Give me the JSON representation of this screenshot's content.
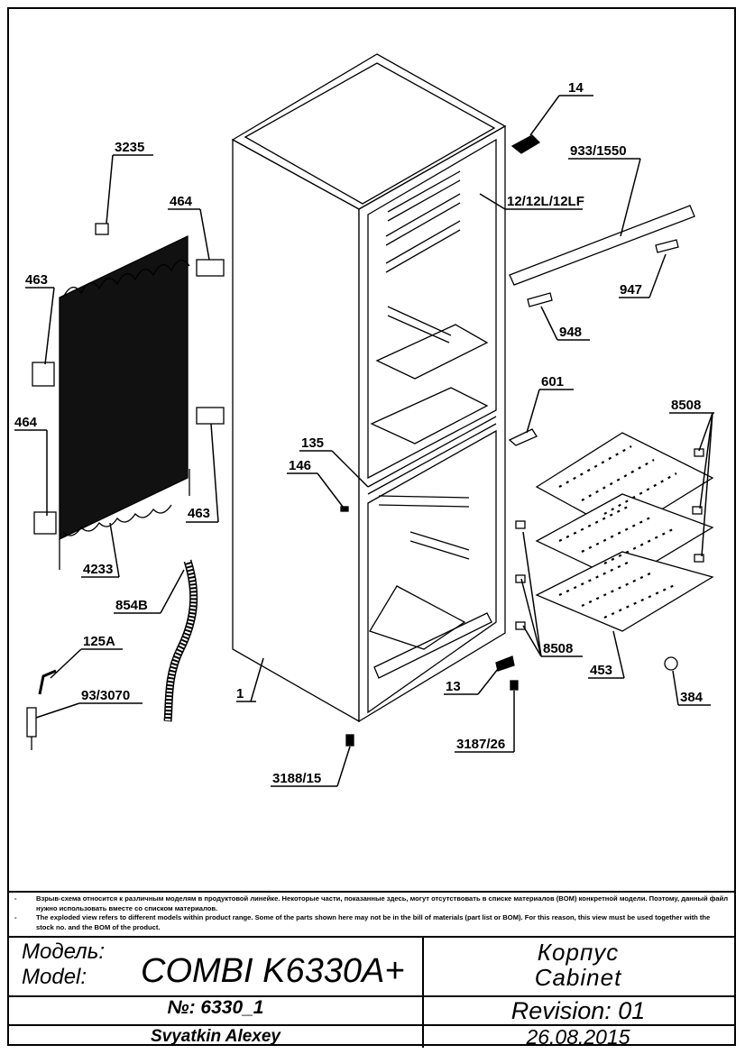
{
  "callouts": {
    "c14": "14",
    "c3235": "3235",
    "c933": "933/1550",
    "c464a": "464",
    "c12": "12/12L/12LF",
    "c463a": "463",
    "c947": "947",
    "c948": "948",
    "c601": "601",
    "c8508a": "8508",
    "c464b": "464",
    "c135": "135",
    "c146": "146",
    "c463b": "463",
    "c4233": "4233",
    "c854b": "854B",
    "c8508b": "8508",
    "c453": "453",
    "c125a": "125A",
    "c13": "13",
    "c93": "93/3070",
    "c1": "1",
    "c384": "384",
    "c3187": "3187/26",
    "c3188": "3188/15"
  },
  "notes": {
    "line1": "Взрыв-схема относится к различным моделям в продуктовой линейке.  Некоторые части, показанные здесь, могут отсутствовать в списке материалов (BOM) конкретной модели. Поэтому, данный файл нужно использовать вместе со списком материалов.",
    "line2": "The exploded view refers to different models within product range. Some of the parts shown here may not be in the bill of materials (part list or BOM). For this reason, this view must be used together with the stock no. and the BOM of the product.",
    "dash": "-"
  },
  "titleblock": {
    "model_label_ru": "Модель:",
    "model_label_en": "Model:",
    "model_value": "COMBI K6330A+",
    "title_ru": "Корпус",
    "title_en": "Cabinet",
    "number": "№: 6330_1",
    "revision": "Revision: 01",
    "author": "Svyatkin Alexey",
    "date": "26.08.2015"
  }
}
